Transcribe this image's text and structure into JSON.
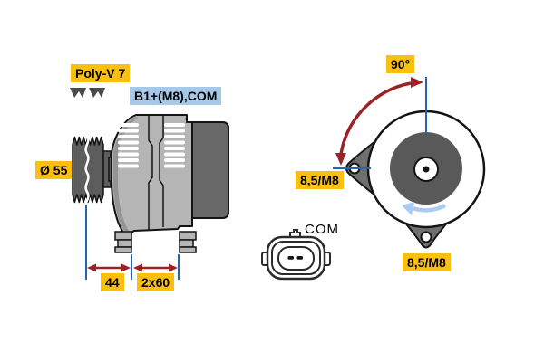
{
  "left_view": {
    "belt_label": "Poly-V 7",
    "terminal_label": "B1+(M8),COM",
    "pulley_diameter_label": "Ø 55",
    "dim_pulley_offset": "44",
    "dim_mount_span": "2x60"
  },
  "rear_view": {
    "angle_label": "90°",
    "mount_left_label": "8,5/M8",
    "mount_bottom_label": "8,5/M8"
  },
  "connector": {
    "label": "COM"
  },
  "colors": {
    "label_yellow": "#FBBF0F",
    "label_blue": "#A6C9E9",
    "line_blue": "#2565AE",
    "arrow_red": "#9B2226",
    "rotation_blue": "#A8CDF0",
    "body_gray": "#B5B5B5",
    "body_shade_gray": "#949494",
    "dark_gray": "#686868",
    "pulley_gray": "#5D5D5D",
    "inner_circle_gray": "#595959",
    "lug_gray": "#6F6F6F",
    "outline": "#141414",
    "connector_outline": "#2B2B2B"
  }
}
